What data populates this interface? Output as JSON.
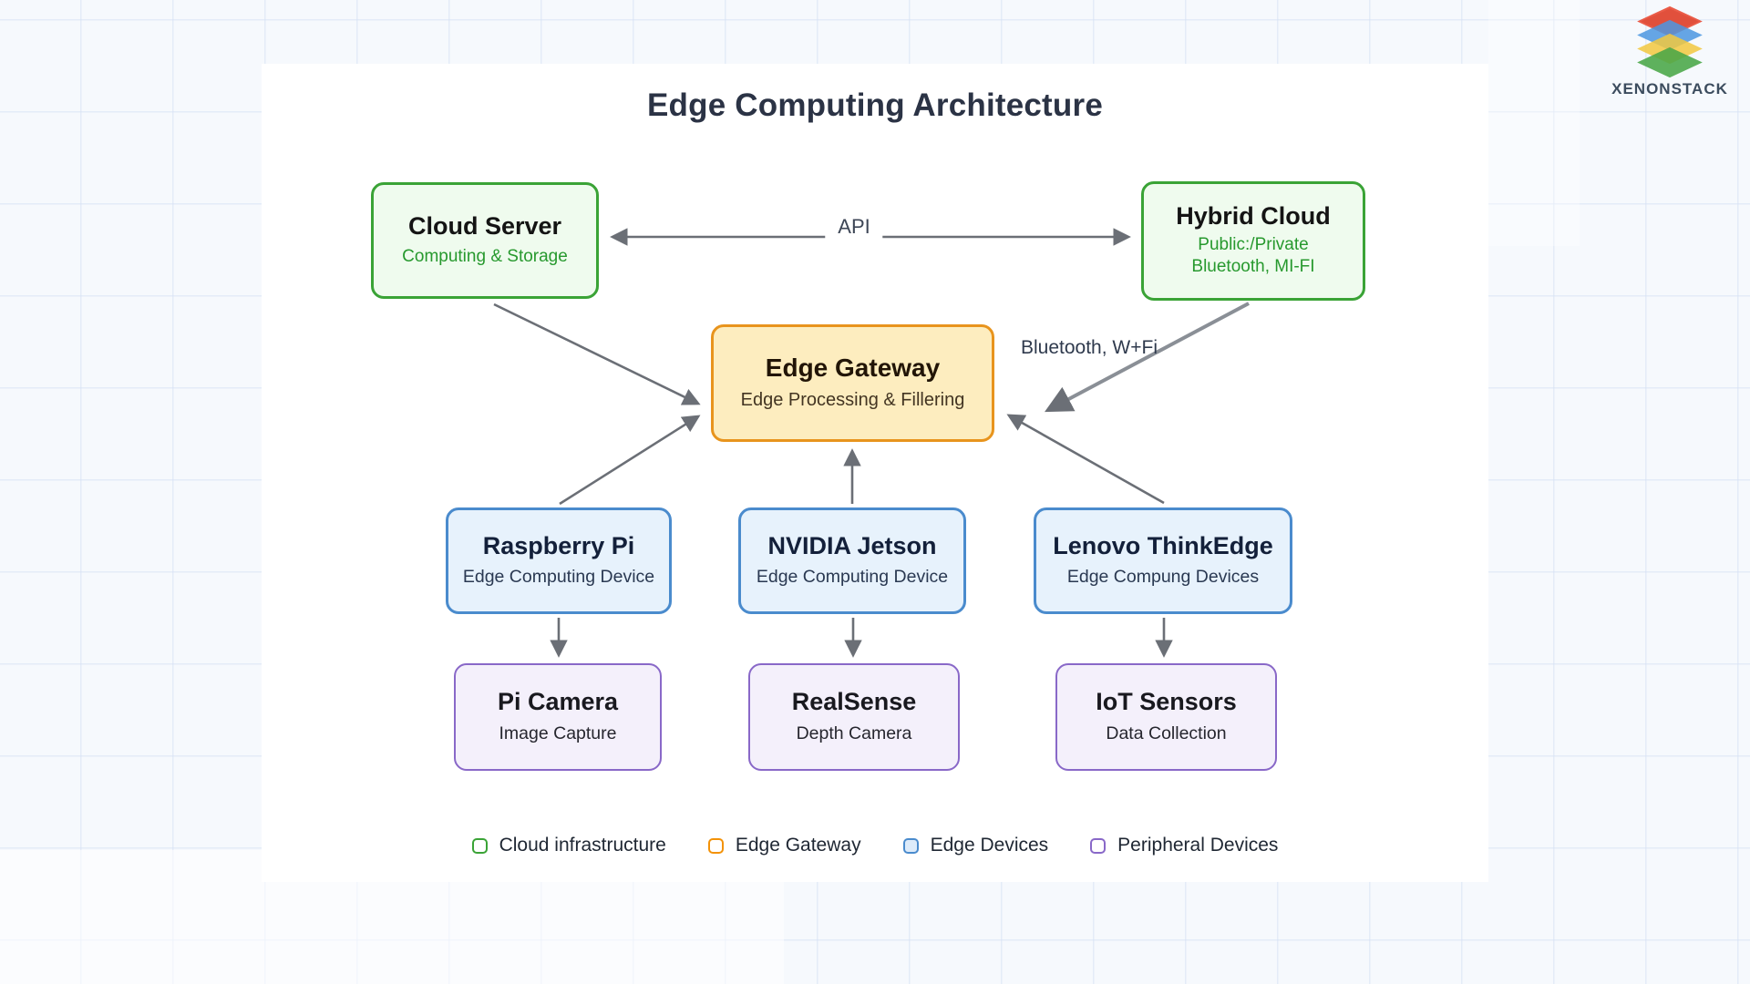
{
  "page": {
    "title": "Edge Computing Architecture"
  },
  "brand": {
    "name": "XENONSTACK"
  },
  "nodes": {
    "cloud_server": {
      "title": "Cloud Server",
      "subtitle": "Computing & Storage"
    },
    "hybrid_cloud": {
      "title": "Hybrid Cloud",
      "subtitle1": "Public:/Private",
      "subtitle2": "Bluetooth, MI-FI"
    },
    "edge_gateway": {
      "title": "Edge Gateway",
      "subtitle": "Edge Processing & Fillering"
    },
    "raspberry_pi": {
      "title": "Raspberry Pi",
      "subtitle": "Edge Computing Device"
    },
    "nvidia_jetson": {
      "title": "NVIDIA Jetson",
      "subtitle": "Edge Computing Device"
    },
    "lenovo_thinkedge": {
      "title": "Lenovo ThinkEdge",
      "subtitle": "Edge Compung Devices"
    },
    "pi_camera": {
      "title": "Pi Camera",
      "subtitle": "Image Capture"
    },
    "realsense": {
      "title": "RealSense",
      "subtitle": "Depth Camera"
    },
    "iot_sensors": {
      "title": "IoT Sensors",
      "subtitle": "Data Collection"
    }
  },
  "edge_labels": {
    "api": "API",
    "bluetooth_wifi": "Bluetooth, W+Fi"
  },
  "legend": {
    "items": [
      {
        "label": "Cloud infrastructure",
        "color": "#3aa336",
        "fill": "#ffffff"
      },
      {
        "label": "Edge Gateway",
        "color": "#f39208",
        "fill": "#ffffff"
      },
      {
        "label": "Edge Devices",
        "color": "#4a8bcd",
        "fill": "#ddebfa"
      },
      {
        "label": "Peripheral Devices",
        "color": "#8968c8",
        "fill": "#ffffff"
      }
    ]
  },
  "colors": {
    "title_text": "#2b3345",
    "cloud_border": "#3aa336",
    "cloud_bg": "#effbee",
    "cloud_subtext": "#27992e",
    "gateway_border": "#e8941d",
    "gateway_bg": "#fdedbf",
    "edge_device_border": "#4a8bcd",
    "edge_device_bg": "#e7f2fc",
    "peripheral_border": "#8968c8",
    "peripheral_bg": "#f4f0fb",
    "arrow": "#6b6f76",
    "canvas": "#ffffff",
    "page_background": "#f6f9fd",
    "logo_red": "#e8503a",
    "logo_blue": "#4b96e0",
    "logo_yellow": "#f2c83e",
    "logo_green": "#49a647"
  }
}
